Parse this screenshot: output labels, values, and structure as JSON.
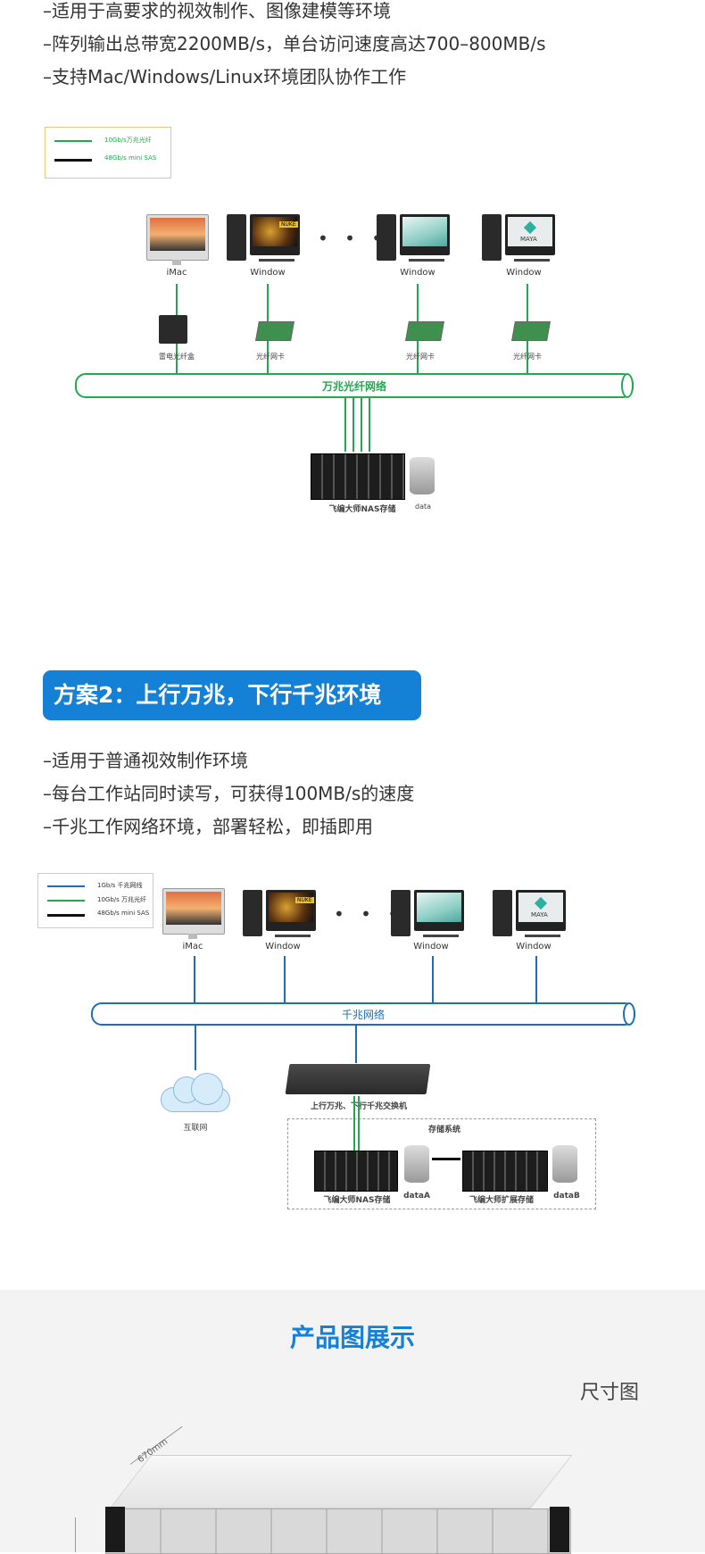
{
  "section1": {
    "bullets": [
      "–适用于高要求的视效制作、图像建模等环境",
      "–阵列输出总带宽2200MB/s，单台访问速度高达700–800MB/s",
      "–支持Mac/Windows/Linux环境团队协作工作"
    ],
    "legend": [
      "10Gb/s万兆光纤",
      "48Gb/s mini SAS"
    ],
    "clients": [
      "iMac",
      "Window",
      "Window",
      "Window"
    ],
    "adapters": [
      "雷电光纤盒",
      "光纤网卡",
      "光纤网卡",
      "光纤网卡"
    ],
    "network": "万兆光纤网络",
    "storage": "飞编大师NAS存储",
    "data": "data",
    "ellipsis": "• • •",
    "maya": "MAYA",
    "nuke": "NUKE"
  },
  "section2": {
    "badge": "方案2：上行万兆，下行千兆环境",
    "bullets": [
      "–适用于普通视效制作环境",
      "–每台工作站同时读写，可获得100MB/s的速度",
      "–千兆工作网络环境，部署轻松，即插即用"
    ],
    "legend": [
      "1Gb/s 千兆网线",
      "10Gb/s 万兆光纤",
      "48Gb/s mini SAS"
    ],
    "clients": [
      "iMac",
      "Window",
      "Window",
      "Window"
    ],
    "network": "千兆网络",
    "internet": "互联网",
    "switch": "上行万兆、下行千兆交换机",
    "storage_system": "存储系统",
    "storage": "飞编大师NAS存储",
    "data_a": "dataA",
    "expansion": "飞编大师扩展存储",
    "data_b": "dataB",
    "ellipsis": "• • •",
    "maya": "MAYA",
    "nuke": "NUKE"
  },
  "product": {
    "title": "产品图展示",
    "size_label": "尺寸图",
    "dimension": "670mm"
  },
  "colors": {
    "fiber_green": "#22a850",
    "gigabit_blue": "#1c6fb5",
    "sas_black": "#111111",
    "accent_blue": "#1480d6"
  }
}
